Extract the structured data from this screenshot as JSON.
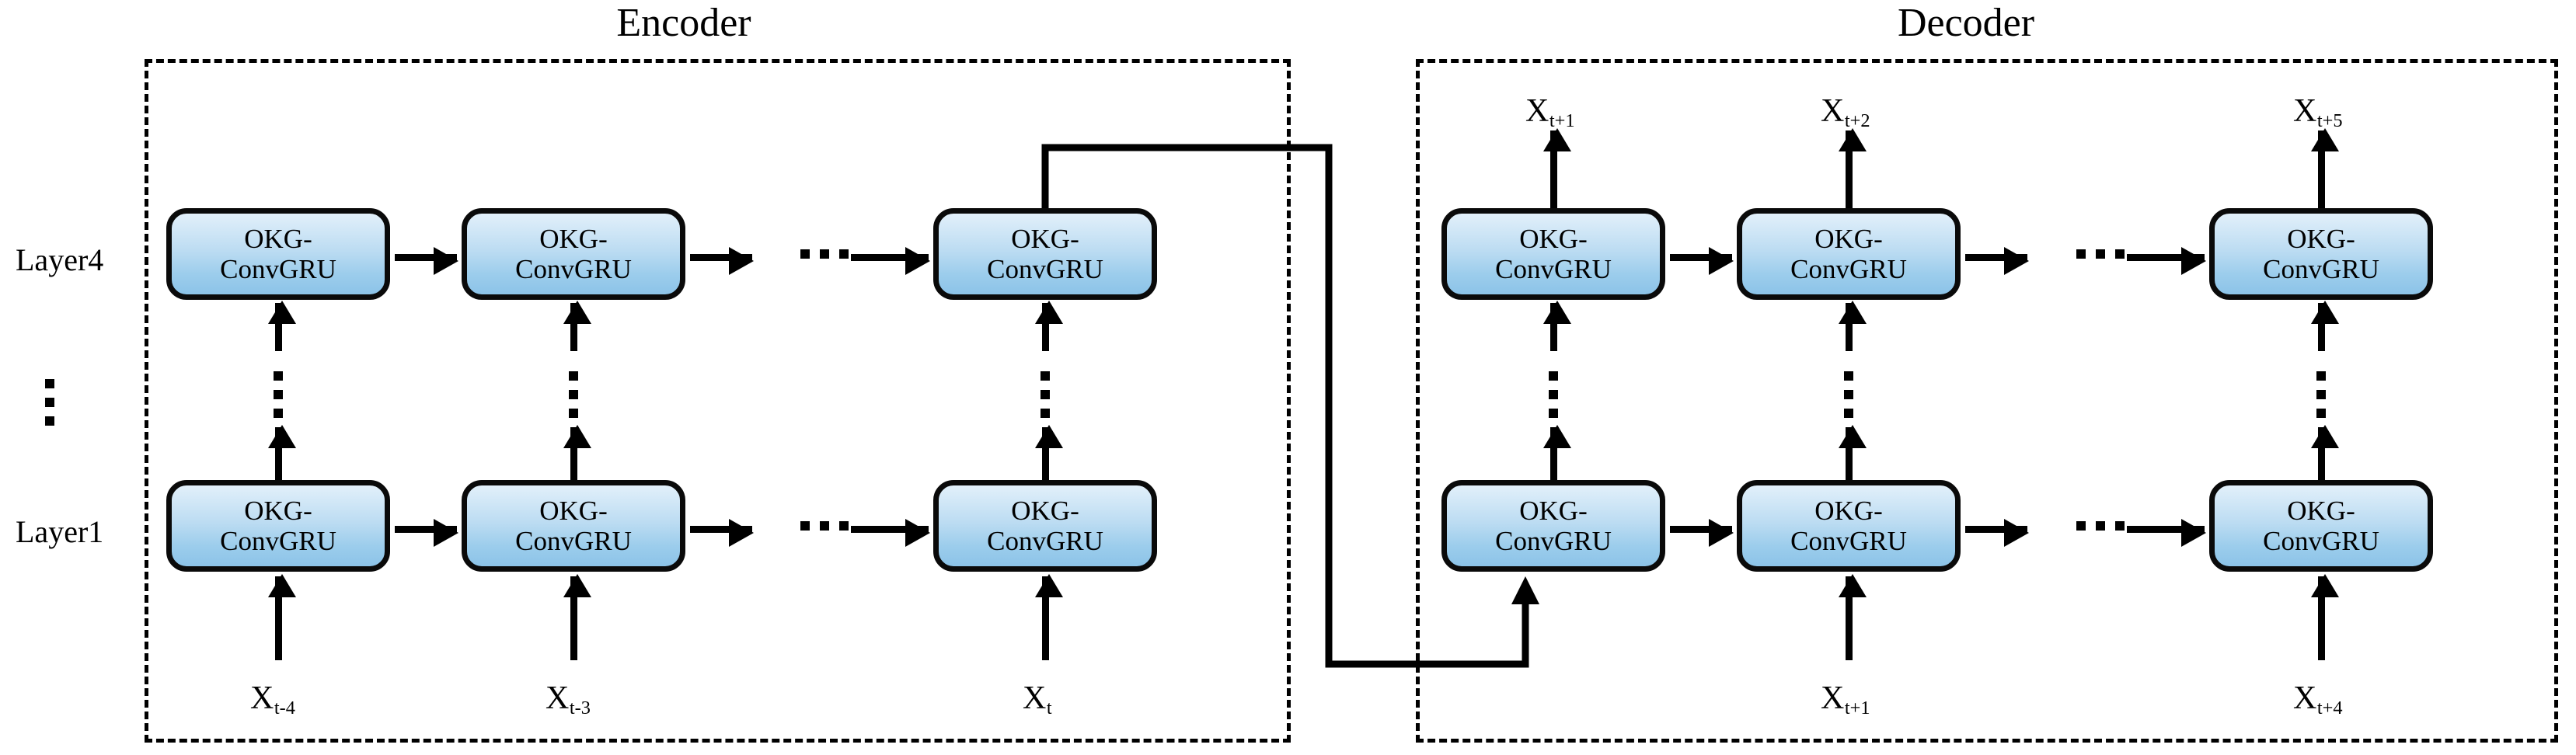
{
  "figure": {
    "type": "encoder-decoder-rnn-architecture",
    "background": "#ffffff",
    "cell_gradient_top": "#e2f0fa",
    "cell_gradient_bottom": "#8cc3e8",
    "stroke_color": "#000000"
  },
  "sections": {
    "encoder": {
      "title": "Encoder"
    },
    "decoder": {
      "title": "Decoder"
    }
  },
  "row_labels": {
    "top": "Layer4",
    "bottom": "Layer1",
    "between": "⋮"
  },
  "cell": {
    "line1": "OKG-",
    "line2": "ConvGRU"
  },
  "encoder": {
    "layer4": [
      {
        "label_line1": "OKG-",
        "label_line2": "ConvGRU"
      },
      {
        "label_line1": "OKG-",
        "label_line2": "ConvGRU"
      },
      {
        "label_line1": "OKG-",
        "label_line2": "ConvGRU"
      }
    ],
    "layer1": [
      {
        "label_line1": "OKG-",
        "label_line2": "ConvGRU"
      },
      {
        "label_line1": "OKG-",
        "label_line2": "ConvGRU"
      },
      {
        "label_line1": "OKG-",
        "label_line2": "ConvGRU"
      }
    ],
    "inputs": [
      {
        "base": "X",
        "sub": "t-4"
      },
      {
        "base": "X",
        "sub": "t-3"
      },
      {
        "base": "X",
        "sub": "t"
      }
    ]
  },
  "decoder": {
    "layer4": [
      {
        "label_line1": "OKG-",
        "label_line2": "ConvGRU"
      },
      {
        "label_line1": "OKG-",
        "label_line2": "ConvGRU"
      },
      {
        "label_line1": "OKG-",
        "label_line2": "ConvGRU"
      }
    ],
    "layer1": [
      {
        "label_line1": "OKG-",
        "label_line2": "ConvGRU"
      },
      {
        "label_line1": "OKG-",
        "label_line2": "ConvGRU"
      },
      {
        "label_line1": "OKG-",
        "label_line2": "ConvGRU"
      }
    ],
    "outputs": [
      {
        "base": "X",
        "sub": "t+1"
      },
      {
        "base": "X",
        "sub": "t+2"
      },
      {
        "base": "X",
        "sub": "t+5"
      }
    ],
    "inputs": [
      {
        "base": "X",
        "sub": "t+1"
      },
      {
        "base": "X",
        "sub": "t+4"
      }
    ]
  }
}
